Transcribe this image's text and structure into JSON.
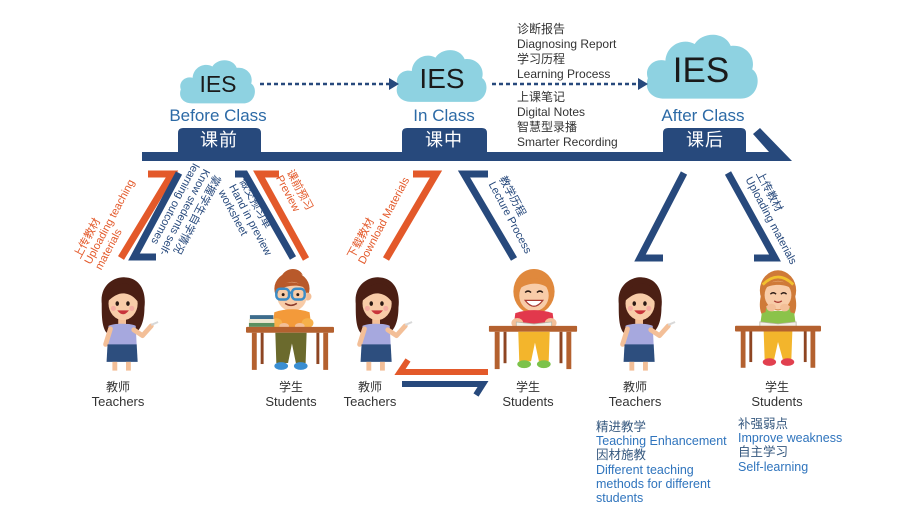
{
  "colors": {
    "navy": "#27497c",
    "orange": "#e3592a",
    "cloud": "#8ed2e1",
    "label_blue": "#2c6aa6",
    "text_blue": "#2f74bd",
    "text_dark": "#333333"
  },
  "phases": [
    {
      "id": "before",
      "cloud_label": "IES",
      "name_en": "Before Class",
      "name_zh": "课前"
    },
    {
      "id": "in",
      "cloud_label": "IES",
      "name_en": "In Class",
      "name_zh": "课中"
    },
    {
      "id": "after",
      "cloud_label": "IES",
      "name_en": "After Class",
      "name_zh": "课后"
    }
  ],
  "ies_features": {
    "upper": [
      {
        "zh": "诊断报告",
        "en": "Diagnosing Report"
      },
      {
        "zh": "学习历程",
        "en": "Learning Process"
      }
    ],
    "lower": [
      {
        "zh": "上课笔记",
        "en": "Digital Notes"
      },
      {
        "zh": "智慧型录播",
        "en": "Smarter Recording"
      }
    ]
  },
  "flows": {
    "before_teacher_upload": {
      "direction": "teacher-to-platform",
      "color": "orange",
      "lines": [
        "上传教材",
        "Uploading teaching",
        "materials"
      ]
    },
    "before_teacher_outcomes": {
      "direction": "platform-to-teacher",
      "color": "navy",
      "lines": [
        "掌握学生自学情况",
        "Know stedents self-",
        "learning outcomes"
      ]
    },
    "before_student_handin": {
      "direction": "student-to-platform",
      "color": "navy",
      "lines": [
        "做交预习单",
        "Hand in preview",
        "worksheet"
      ]
    },
    "before_student_preview": {
      "direction": "platform-to-student",
      "color": "orange",
      "lines": [
        "课前预习",
        "Preview"
      ]
    },
    "in_teacher_download": {
      "direction": "teacher-platform",
      "color": "orange",
      "lines": [
        "下载教材",
        "Download Materials"
      ]
    },
    "in_student_lecture": {
      "direction": "platform-to-student",
      "color": "navy",
      "lines": [
        "教学历程",
        "Lecture Process"
      ]
    },
    "after_student_upload": {
      "direction": "platform-to-student",
      "color": "navy",
      "lines": [
        "上传教材",
        "Uploading materials"
      ]
    }
  },
  "roles": [
    {
      "phase": "before",
      "zh": "教师",
      "en": "Teachers"
    },
    {
      "phase": "before",
      "zh": "学生",
      "en": "Students"
    },
    {
      "phase": "in",
      "zh": "教师",
      "en": "Teachers"
    },
    {
      "phase": "in",
      "zh": "学生",
      "en": "Students"
    },
    {
      "phase": "after",
      "zh": "教师",
      "en": "Teachers"
    },
    {
      "phase": "after",
      "zh": "学生",
      "en": "Students"
    }
  ],
  "outcomes": {
    "teachers": [
      {
        "type": "zh",
        "text": "精进教学"
      },
      {
        "type": "en",
        "text": "Teaching Enhancement"
      },
      {
        "type": "zh",
        "text": "因材施教"
      },
      {
        "type": "en",
        "text": "Different teaching"
      },
      {
        "type": "en",
        "text": "methods for different"
      },
      {
        "type": "en",
        "text": "students"
      }
    ],
    "students": [
      {
        "type": "zh",
        "text": "补强弱点"
      },
      {
        "type": "en",
        "text": "Improve weakness"
      },
      {
        "type": "zh",
        "text": "自主学习"
      },
      {
        "type": "en",
        "text": "Self-learning"
      }
    ]
  }
}
